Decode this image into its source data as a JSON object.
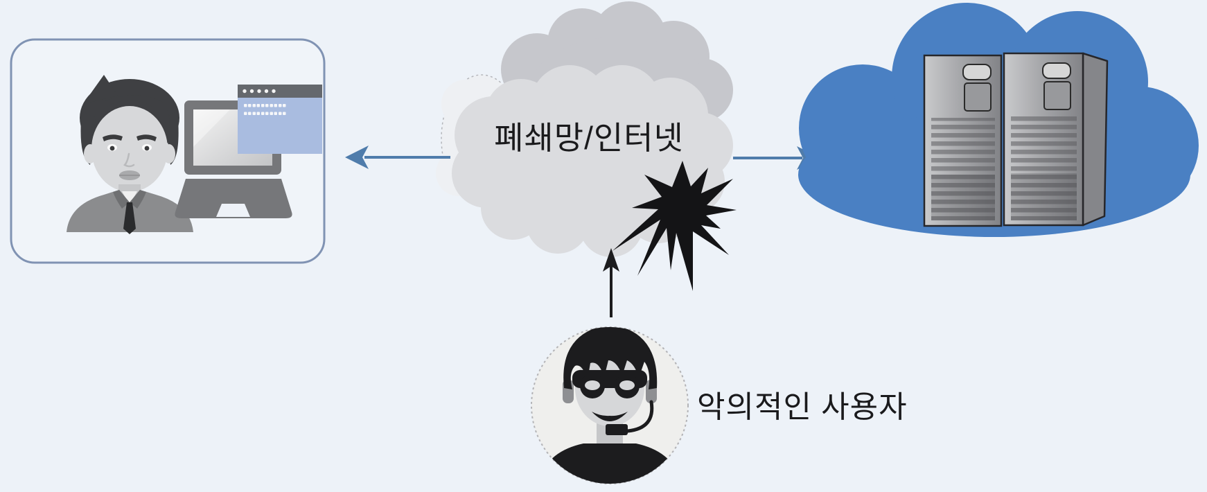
{
  "labels": {
    "network": "폐쇄망/인터넷",
    "attacker": "악의적인 사용자"
  },
  "colors": {
    "background": "#edf2f8",
    "box_border": "#8093b3",
    "arrow_blue": "#4f7cab",
    "arrow_black": "#1c1c1e",
    "cloud_gray_main": "#dbdcdf",
    "cloud_gray_dark": "#c6c7cc",
    "cloud_gray_light": "#eef0f3",
    "server_cloud_blue": "#4a80c3",
    "server_gray": "#a7a8ab",
    "burst_black": "#141416",
    "app_window_blue": "#a9bce0",
    "app_window_titlebar": "#65686d"
  },
  "icons": {
    "user": "user-avatar-icon",
    "laptop": "laptop-icon",
    "app_window": "app-window-icon",
    "closed_network": "cloud-icon",
    "attack_burst": "burst-icon",
    "server_rack": "server-rack-icon",
    "server_cloud": "cloud-icon",
    "hacker": "hacker-avatar-icon"
  },
  "nodes": [
    {
      "id": "internal-user-box",
      "label": ""
    },
    {
      "id": "network-cloud",
      "label": "폐쇄망/인터넷"
    },
    {
      "id": "server-cloud",
      "label": ""
    },
    {
      "id": "malicious-user",
      "label": "악의적인 사용자"
    }
  ],
  "edges": [
    {
      "from": "network-cloud",
      "to": "internal-user-box",
      "style": "blue-arrow-left"
    },
    {
      "from": "network-cloud",
      "to": "server-cloud",
      "style": "blue-arrow-right"
    },
    {
      "from": "malicious-user",
      "to": "network-cloud",
      "style": "black-arrow-up"
    }
  ]
}
